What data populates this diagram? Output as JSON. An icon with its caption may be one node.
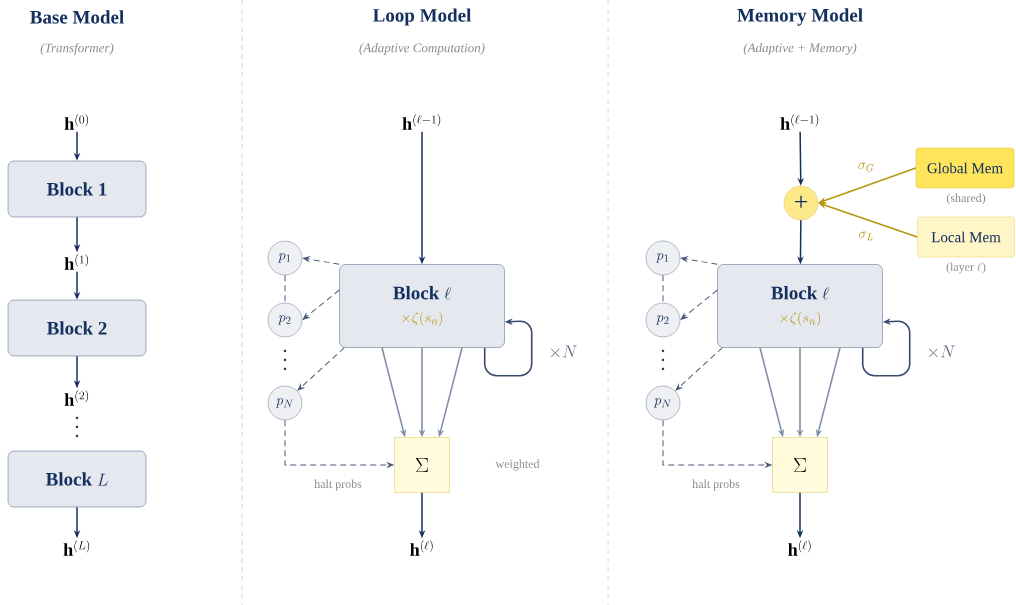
{
  "diagram": {
    "nodes": [
      {
        "text": [
          "\\mathbf{h}^{(0)}"
        ]
      },
      {
        "text": [
          "Block 1"
        ]
      },
      {
        "text": [
          "\\mathbf{h}^{(1)}"
        ]
      },
      {
        "text": [
          "Block 2"
        ]
      },
      {
        "text": [
          "\\mathbf{h}^{(2)}"
        ]
      },
      {
        "text": [
          "\\textbf{Block}\\ L"
        ]
      },
      {
        "text": [
          "\\mathbf{h}^{(L)}"
        ]
      },
      {
        "text": [
          "\\mathbf{h}^{(\\ell-1)}"
        ]
      },
      {
        "text": [
          "\\textbf{Block}\\ \\ell",
          "\\times\\zeta(s_n)"
        ]
      },
      {
        "text": [
          "p_1"
        ]
      },
      {
        "text": [
          "p_2"
        ]
      },
      {
        "text": [
          "p_N"
        ]
      },
      {
        "text": [
          "\\Sigma"
        ],
        "beside": [
          "weighted"
        ]
      },
      {
        "text": [
          "\\mathbf{h}^{(\\ell)}"
        ]
      },
      {
        "text": [
          "\\mathbf{h}^{(\\ell-1)}"
        ]
      },
      {
        "text": [
          "+"
        ]
      },
      {
        "text": [
          "Global Mem"
        ],
        "beside": [
          "(shared)"
        ]
      },
      {
        "text": [
          "Local Mem"
        ],
        "beside": [
          "\\text{(layer }\\ell\\text{)}"
        ]
      },
      {
        "text": [
          "\\textbf{Block}\\ \\ell",
          "\\times\\zeta(s_n)"
        ]
      },
      {
        "text": [
          "p_1"
        ]
      },
      {
        "text": [
          "p_2"
        ]
      },
      {
        "text": [
          "p_N"
        ]
      },
      {
        "text": [
          "\\Sigma"
        ]
      },
      {
        "text": [
          "\\mathbf{h}^{(\\ell)}"
        ]
      }
    ],
    "edges": [
      {
        "from": 0,
        "to": 1,
        "arrow": "to"
      },
      {
        "from": 1,
        "to": 2,
        "arrow": "to"
      },
      {
        "from": 2,
        "to": 3,
        "arrow": "to"
      },
      {
        "from": 3,
        "to": 4,
        "arrow": "to"
      },
      {
        "from": 5,
        "to": 6,
        "arrow": "to"
      },
      {
        "from": 7,
        "to": 8,
        "arrow": "to"
      },
      {
        "from": 8,
        "to": 9,
        "arrow": "to",
        "style": "dashed",
        "color": "#4a5a7a"
      },
      {
        "from": 8,
        "to": 10,
        "arrow": "to",
        "style": "dashed",
        "color": "#4a5a7a"
      },
      {
        "from": 8,
        "to": 11,
        "arrow": "to",
        "style": "dashed",
        "color": "#4a5a7a"
      },
      {
        "from": 9,
        "to": 10,
        "arrow": "none",
        "style": "dashed",
        "color": "#4a5a7a"
      },
      {
        "from": 8,
        "to": 12,
        "arrow": "to",
        "color": "#8090aa"
      },
      {
        "from": 8,
        "to": 12,
        "arrow": "to",
        "color": "#8090aa"
      },
      {
        "from": 8,
        "to": 12,
        "arrow": "to",
        "color": "#8090aa"
      },
      {
        "from": 11,
        "to": 12,
        "arrow": "to",
        "style": "dashed",
        "color": "#4a5a7a",
        "label": "halt probs"
      },
      {
        "from": 8,
        "to": 8,
        "arrow": "to",
        "color": "#3a4a6e",
        "label": "\\times N"
      },
      {
        "from": 12,
        "to": 13,
        "arrow": "to"
      },
      {
        "from": 14,
        "to": 15,
        "arrow": "to"
      },
      {
        "from": 16,
        "to": 15,
        "arrow": "to",
        "color": "#b8960c",
        "label": "\\sigma_G"
      },
      {
        "from": 17,
        "to": 15,
        "arrow": "to",
        "color": "#b8960c",
        "label": "\\sigma_L"
      },
      {
        "from": 15,
        "to": 18,
        "arrow": "to"
      },
      {
        "from": 18,
        "to": 19,
        "arrow": "to",
        "style": "dashed",
        "color": "#4a5a7a"
      },
      {
        "from": 18,
        "to": 20,
        "arrow": "to",
        "style": "dashed",
        "color": "#4a5a7a"
      },
      {
        "from": 18,
        "to": 21,
        "arrow": "to",
        "style": "dashed",
        "color": "#4a5a7a"
      },
      {
        "from": 19,
        "to": 20,
        "arrow": "none",
        "style": "dashed",
        "color": "#4a5a7a"
      },
      {
        "from": 18,
        "to": 22,
        "arrow": "to",
        "color": "#8090aa"
      },
      {
        "from": 18,
        "to": 22,
        "arrow": "to",
        "color": "#8090aa"
      },
      {
        "from": 18,
        "to": 22,
        "arrow": "to",
        "color": "#8090aa"
      },
      {
        "from": 21,
        "to": 22,
        "arrow": "to",
        "style": "dashed",
        "color": "#4a5a7a",
        "label": "halt probs"
      },
      {
        "from": 18,
        "to": 18,
        "arrow": "to",
        "color": "#3a4a6e",
        "label": "\\times N"
      },
      {
        "from": 22,
        "to": 23,
        "arrow": "to"
      }
    ],
    "labels": [
      "Base Model",
      "(Transformer)",
      "Loop Model",
      "(Adaptive Computation)",
      "Memory Model",
      "(Adaptive + Memory)"
    ]
  }
}
